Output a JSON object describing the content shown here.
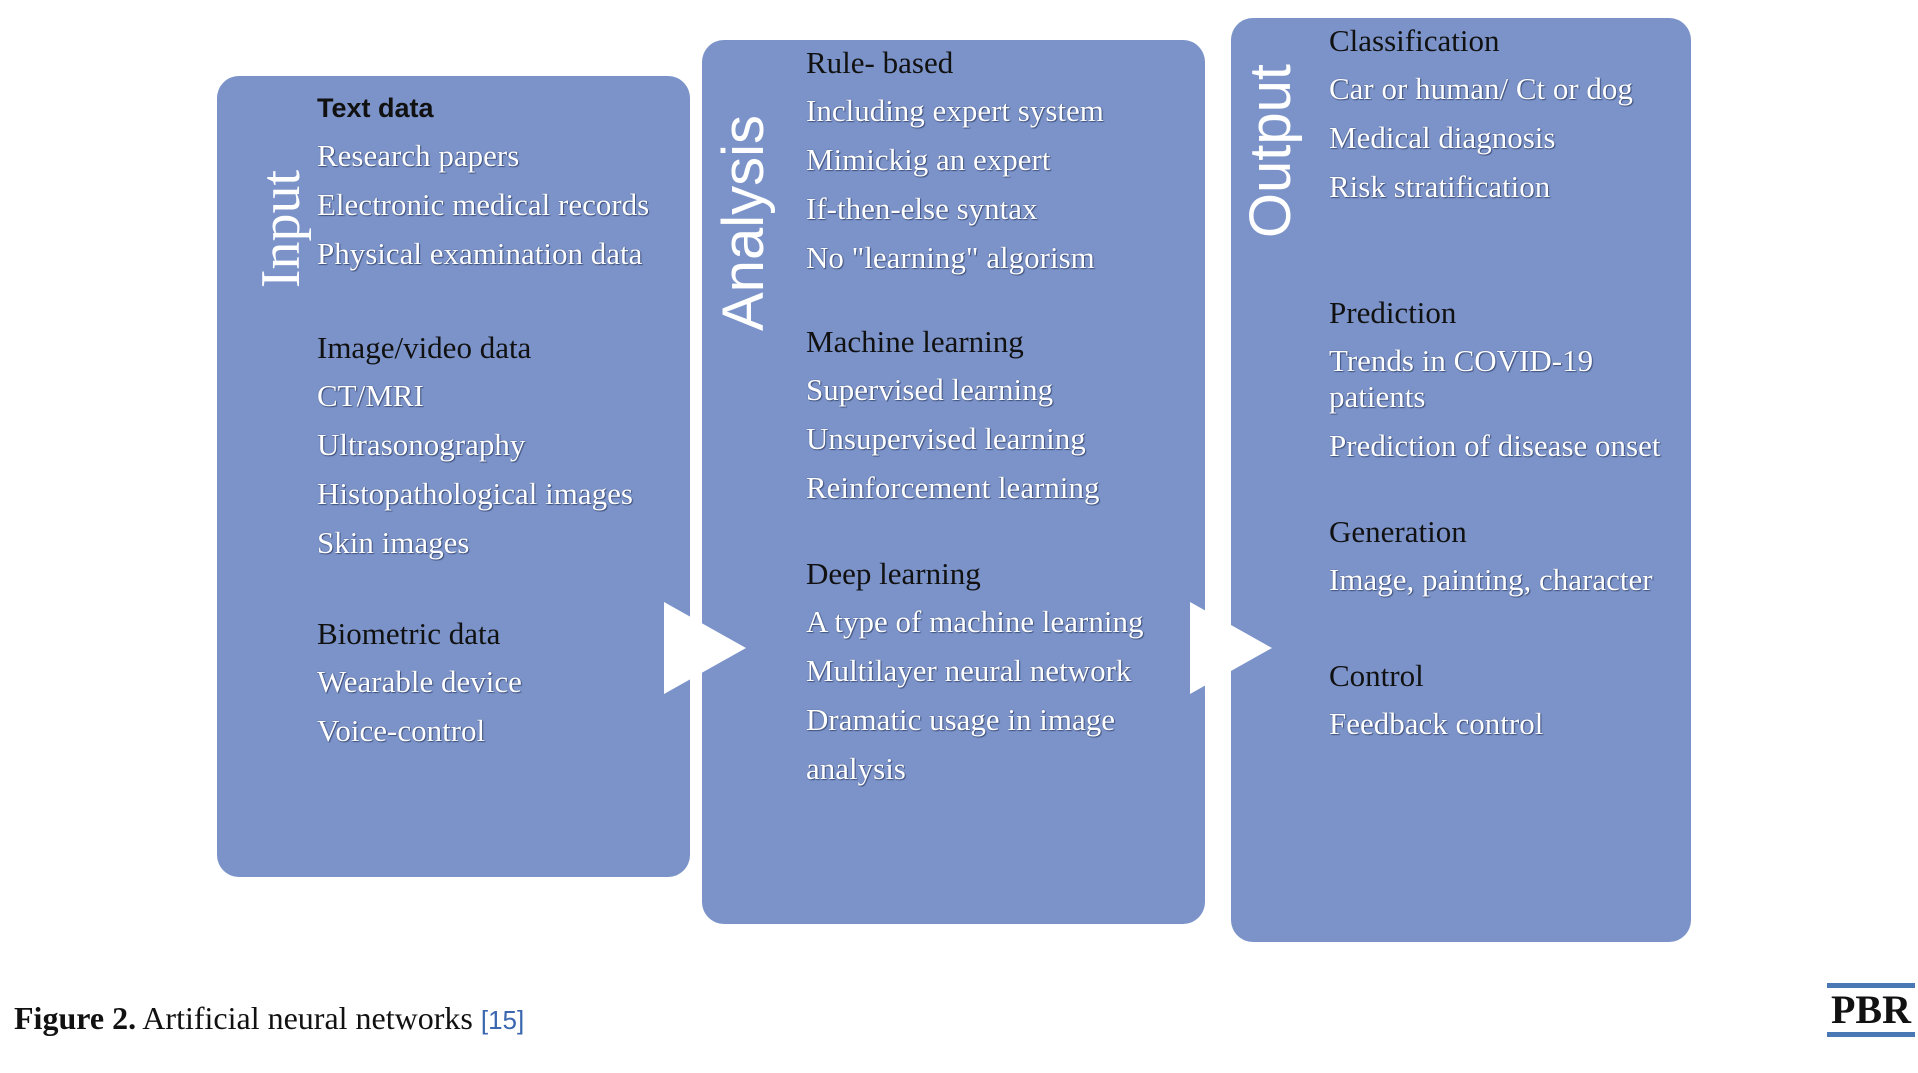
{
  "panels": {
    "input": {
      "title": "Input",
      "groups": [
        {
          "heading": "Text data",
          "items": [
            "Research papers",
            "Electronic medical records",
            "Physical examination data"
          ]
        },
        {
          "heading": "Image/video data",
          "items": [
            "CT/MRI",
            "Ultrasonography",
            "Histopathological images",
            "Skin images"
          ]
        },
        {
          "heading": "Biometric data",
          "items": [
            "Wearable device",
            "Voice-control"
          ]
        }
      ]
    },
    "analysis": {
      "title": "Analysis",
      "groups": [
        {
          "heading": "Rule- based",
          "items": [
            "Including expert system",
            "Mimickig an expert",
            "If-then-else syntax",
            "No \"learning\" algorism"
          ]
        },
        {
          "heading": "Machine learning",
          "items": [
            "Supervised learning",
            "Unsupervised learning",
            "Reinforcement learning"
          ]
        },
        {
          "heading": "Deep learning",
          "items": [
            "A type of machine learning",
            "Multilayer neural network",
            "Dramatic usage in image",
            "analysis"
          ]
        }
      ]
    },
    "output": {
      "title": "Output",
      "groups": [
        {
          "heading": "Classification",
          "items": [
            "Car or human/ Ct or dog",
            "Medical diagnosis",
            "Risk stratification"
          ]
        },
        {
          "heading": "Prediction",
          "items": [
            "Trends in COVID-19 patients",
            "Prediction of disease onset"
          ]
        },
        {
          "heading": "Generation",
          "items": [
            "Image, painting, character"
          ]
        },
        {
          "heading": "Control",
          "items": [
            "Feedback control"
          ]
        }
      ]
    }
  },
  "caption": {
    "label": "Figure 2.",
    "text": " Artificial neural networks ",
    "ref": "[15]"
  },
  "logo": {
    "text": "PBR"
  },
  "colors": {
    "panel": "#7b93c9",
    "arrow": "#ffffff",
    "ref": "#3b67b0",
    "logo_bar": "#4a78b5"
  }
}
